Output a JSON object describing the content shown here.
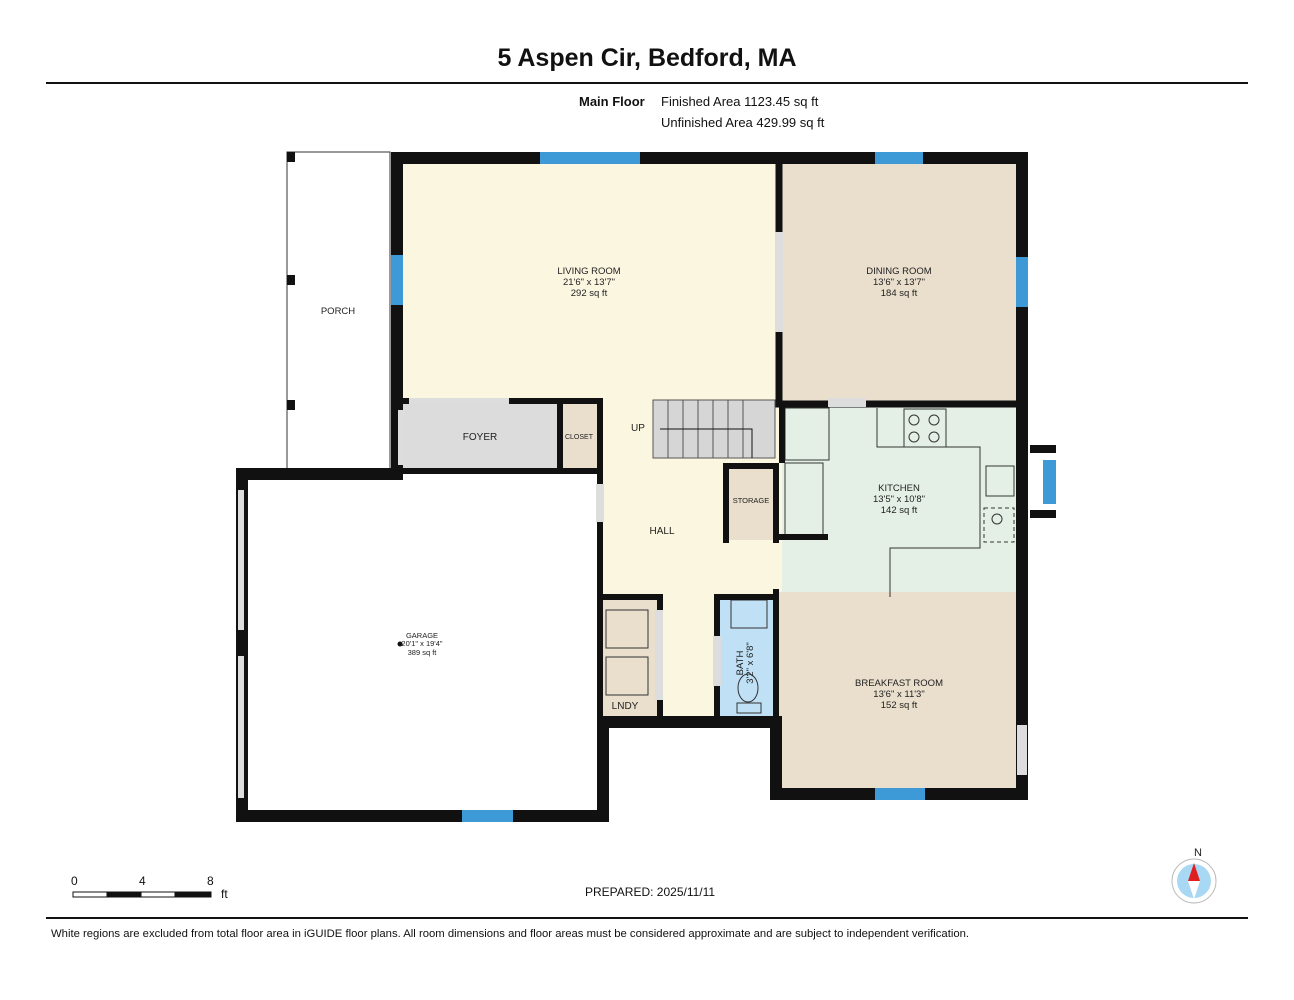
{
  "header": {
    "title": "5 Aspen Cir, Bedford, MA",
    "floor_label": "Main Floor",
    "finished_area": "Finished Area 1123.45 sq ft",
    "unfinished_area": "Unfinished Area 429.99 sq ft"
  },
  "rooms": {
    "porch": {
      "name": "PORCH"
    },
    "living": {
      "name": "LIVING ROOM",
      "dims": "21'6\" x 13'7\"",
      "area": "292 sq ft"
    },
    "dining": {
      "name": "DINING ROOM",
      "dims": "13'6\" x 13'7\"",
      "area": "184 sq ft"
    },
    "foyer": {
      "name": "FOYER"
    },
    "closet": {
      "name": "CLOSET"
    },
    "stairs": {
      "name": "UP"
    },
    "hall": {
      "name": "HALL"
    },
    "storage": {
      "name": "STORAGE"
    },
    "kitchen": {
      "name": "KITCHEN",
      "dims": "13'5\" x 10'8\"",
      "area": "142 sq ft"
    },
    "garage": {
      "name": "GARAGE",
      "dims": "20'1\" x 19'4\"",
      "area": "389 sq ft"
    },
    "laundry": {
      "name": "LNDY"
    },
    "bath": {
      "name": "BATH",
      "dims": "3'2\" x 6'8\""
    },
    "breakfast": {
      "name": "BREAKFAST ROOM",
      "dims": "13'6\" x 11'3\"",
      "area": "152 sq ft"
    }
  },
  "colors": {
    "window": "#3d9ad6",
    "cream": "#fbf6e0",
    "tan": "#e9dfcc",
    "kitchen": "#e4f0e6",
    "bath": "#bfe0f5",
    "foyer": "#dcdcdc",
    "compass_needle": "#e02020"
  },
  "scale": {
    "ticks": [
      "0",
      "4",
      "8"
    ],
    "unit": "ft"
  },
  "compass": {
    "north": "N"
  },
  "prepared": "PREPARED: 2025/11/11",
  "footer": "White regions are excluded from total floor area in iGUIDE floor plans. All room dimensions and floor areas must be considered approximate and are subject to independent verification."
}
